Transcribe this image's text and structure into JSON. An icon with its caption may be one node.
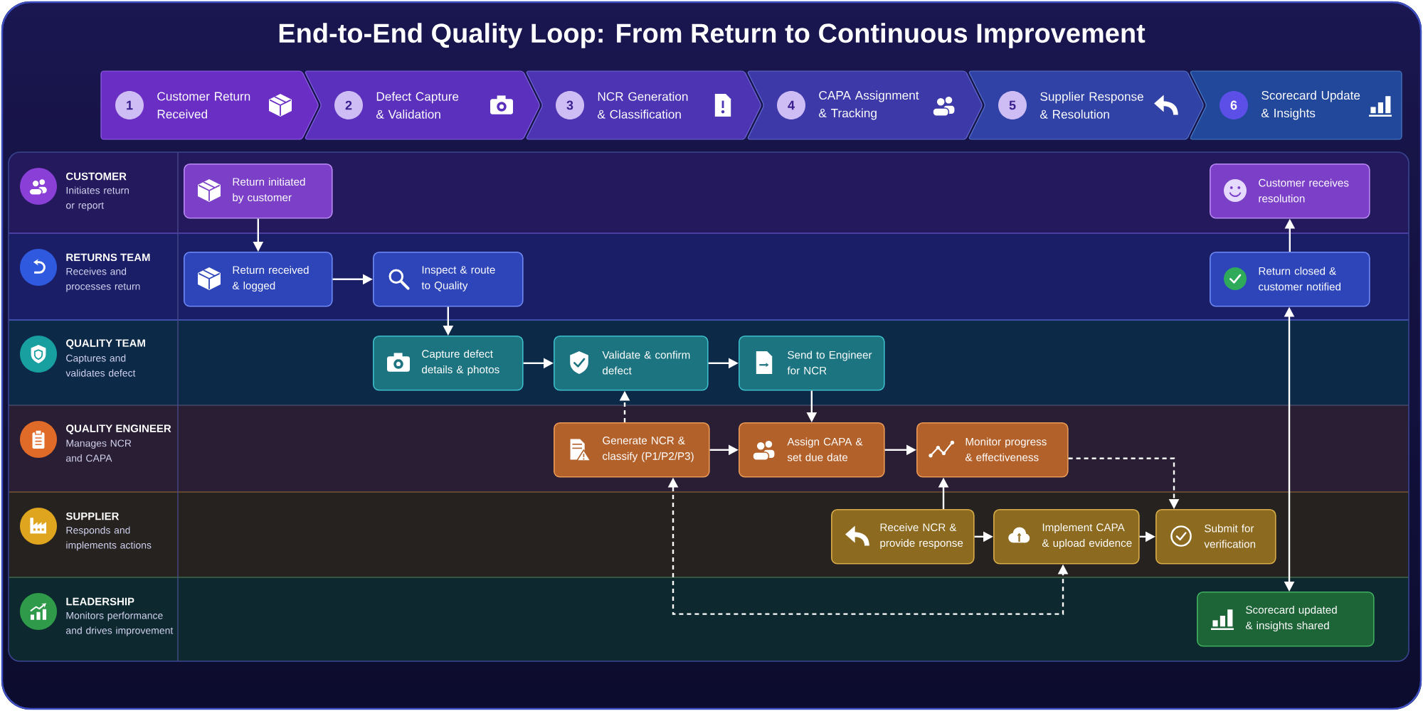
{
  "diagram": {
    "title": "End-to-End Quality Loop: From Return to Continuous Improvement",
    "nodes": [
      {
        "text": [
          "Customer Return Received"
        ]
      },
      {
        "text": [
          "1"
        ],
        "in": 0
      },
      {
        "text": [
          "Defect Capture & Validation"
        ]
      },
      {
        "text": [
          "2"
        ],
        "in": 2
      },
      {
        "text": [
          "NCR Generation & Classification"
        ]
      },
      {
        "text": [
          "3"
        ],
        "in": 4
      },
      {
        "text": [
          "CAPA Assignment & Tracking"
        ]
      },
      {
        "text": [
          "4"
        ],
        "in": 6
      },
      {
        "text": [
          "Supplier Response & Resolution"
        ]
      },
      {
        "text": [
          "5"
        ],
        "in": 8
      },
      {
        "text": [
          "Scorecard Update & Insights"
        ]
      },
      {
        "text": [
          "6"
        ],
        "in": 10
      },
      {
        "text": [
          "CUSTOMER",
          "Initiates return or report"
        ]
      },
      {
        "text": [
          "Return initiated by customer"
        ],
        "in": 12
      },
      {
        "text": [
          "Customer receives resolution"
        ],
        "in": 12
      },
      {
        "text": [
          "RETURNS TEAM",
          "Receives and processes return"
        ]
      },
      {
        "text": [
          "Return received & logged"
        ],
        "in": 15
      },
      {
        "text": [
          "Inspect & route to Quality"
        ],
        "in": 15
      },
      {
        "text": [
          "Return closed & customer notified"
        ],
        "in": 15
      },
      {
        "text": [
          "QUALITY TEAM",
          "Captures and validates defect"
        ]
      },
      {
        "text": [
          "Capture defect details & photos"
        ],
        "in": 19
      },
      {
        "text": [
          "Validate & confirm defect"
        ],
        "in": 19
      },
      {
        "text": [
          "Send to Engineer for NCR"
        ],
        "in": 19
      },
      {
        "text": [
          "QUALITY ENGINEER",
          "Manages NCR and CAPA"
        ]
      },
      {
        "text": [
          "Generate NCR & classify (P1/P2/P3)"
        ],
        "in": 23
      },
      {
        "text": [
          "Assign CAPA & set due date"
        ],
        "in": 23
      },
      {
        "text": [
          "Monitor progress & effectiveness"
        ],
        "in": 23
      },
      {
        "text": [
          "SUPPLIER",
          "Responds and implements actions"
        ]
      },
      {
        "text": [
          "Receive NCR & provide response"
        ],
        "in": 27
      },
      {
        "text": [
          "Implement CAPA & upload evidence"
        ],
        "in": 27
      },
      {
        "text": [
          "Submit for verification"
        ],
        "in": 27
      },
      {
        "text": [
          "LEADERSHIP",
          "Monitors performance and drives improvement"
        ]
      },
      {
        "text": [
          "Scorecard updated & insights shared"
        ],
        "in": 31
      }
    ],
    "edges": [
      {
        "from": 13,
        "to": 16,
        "arrow": "to"
      },
      {
        "from": 16,
        "to": 17,
        "arrow": "to"
      },
      {
        "from": 17,
        "to": 20,
        "arrow": "to"
      },
      {
        "from": 20,
        "to": 21,
        "arrow": "to"
      },
      {
        "from": 21,
        "to": 22,
        "arrow": "to"
      },
      {
        "from": 22,
        "to": 25,
        "arrow": "to"
      },
      {
        "from": 24,
        "to": 21,
        "arrow": "to",
        "style": "dashed"
      },
      {
        "from": 24,
        "to": 25,
        "arrow": "to"
      },
      {
        "from": 25,
        "to": 26,
        "arrow": "to"
      },
      {
        "from": 26,
        "to": 30,
        "arrow": "to",
        "style": "dashed"
      },
      {
        "from": 28,
        "to": 26,
        "arrow": "to"
      },
      {
        "from": 28,
        "to": 29,
        "arrow": "to"
      },
      {
        "from": 29,
        "to": 30,
        "arrow": "to"
      },
      {
        "from": 24,
        "to": 29,
        "arrow": "both",
        "style": "dashed"
      },
      {
        "from": 18,
        "to": 14,
        "arrow": "to"
      },
      {
        "from": 18,
        "to": 32,
        "arrow": "both"
      }
    ]
  }
}
